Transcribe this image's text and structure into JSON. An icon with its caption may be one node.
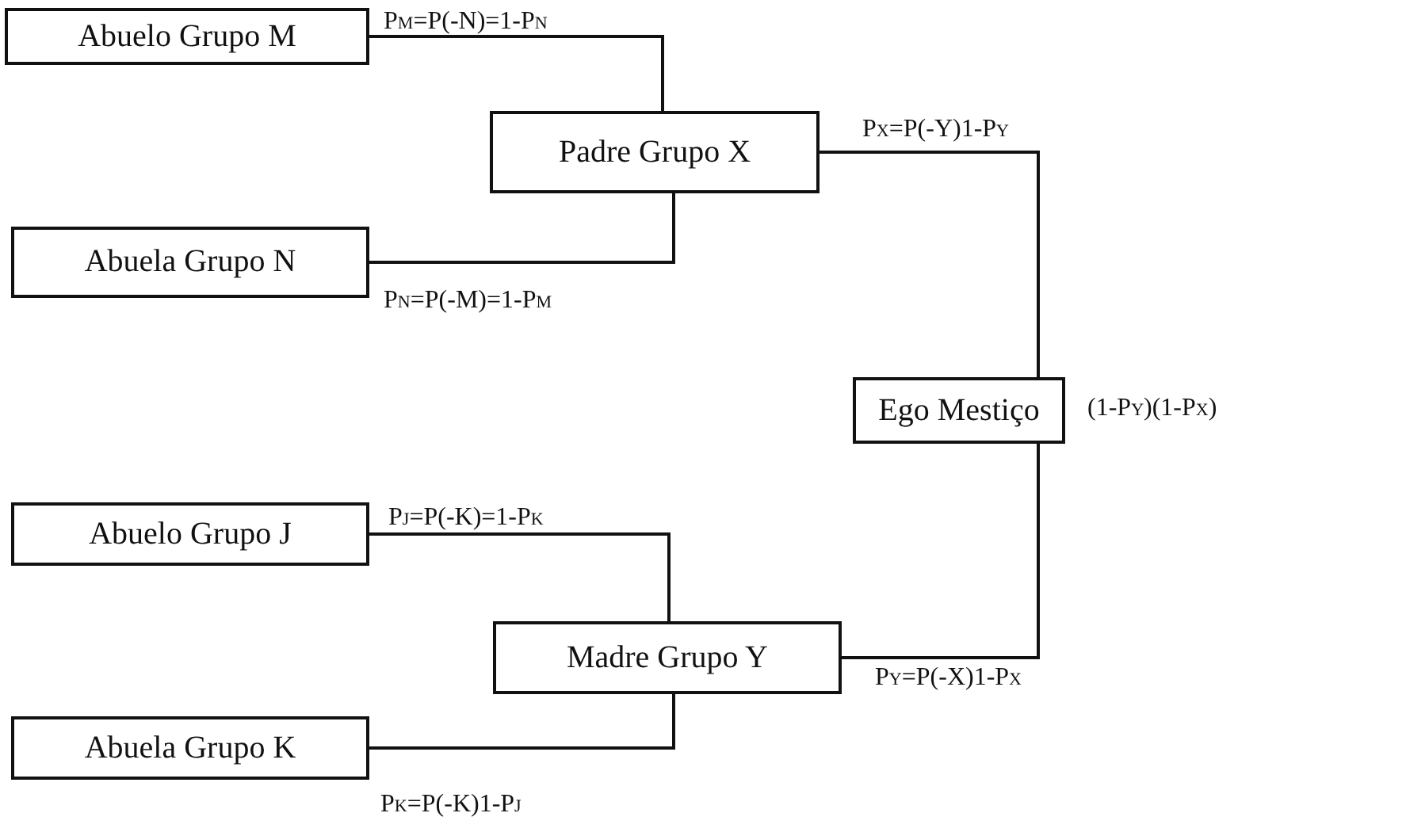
{
  "diagram": {
    "nodes": [
      {
        "text": [
          "Abuelo Grupo M"
        ]
      },
      {
        "text": [
          "Padre Grupo X"
        ]
      },
      {
        "text": [
          "Abuela Grupo N"
        ]
      },
      {
        "text": [
          "Ego Mestiço"
        ],
        "beside": [
          "(1-P$_{Y}$)(1-P$_{X}$)"
        ]
      },
      {
        "text": [
          "Abuelo Grupo J"
        ]
      },
      {
        "text": [
          "Madre Grupo Y"
        ]
      },
      {
        "text": [
          "Abuela Grupo K"
        ]
      }
    ],
    "edges": [
      {
        "from": 0,
        "to": 1,
        "arrow": "none",
        "label": "P$_{M}$=P(-N)=1-P$_{N}$"
      },
      {
        "from": 2,
        "to": 1,
        "arrow": "none",
        "label": "P$_{N}$=P(-M)=1-P$_{M}$"
      },
      {
        "from": 1,
        "to": 3,
        "arrow": "none",
        "label": "P$_{X}$=P(-Y)1-P$_{Y}$"
      },
      {
        "from": 4,
        "to": 5,
        "arrow": "none",
        "label": "P$_{J}$=P(-K)=1-P$_{K}$"
      },
      {
        "from": 6,
        "to": 5,
        "arrow": "none",
        "label": "P$_{K}$=P(-K)1-P$_{J}$"
      },
      {
        "from": 5,
        "to": 3,
        "arrow": "none",
        "label": "P$_{Y}$=P(-X)1-P$_{X}$"
      }
    ]
  }
}
